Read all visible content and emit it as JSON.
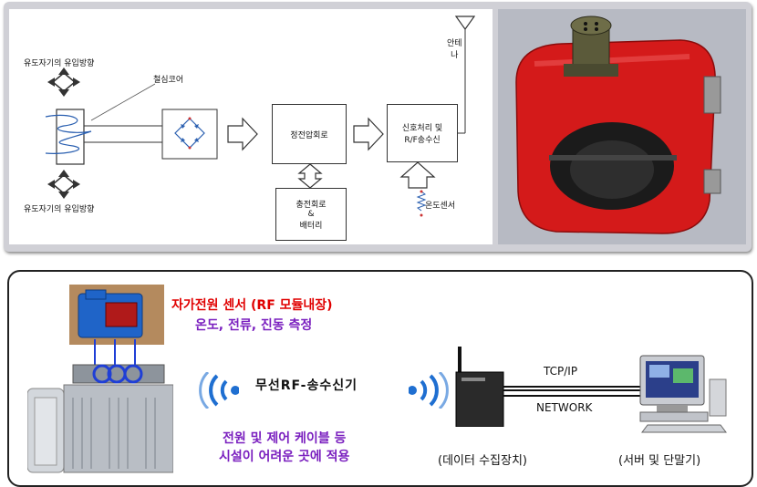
{
  "diagram": {
    "flux_top": "유도자기의 유입방향",
    "flux_bottom": "유도자기의 유입방향",
    "core_label": "철심코어",
    "box_rectifier": "",
    "box_regulator": "정전압회로",
    "box_charge_line1": "충전회로",
    "box_charge_line2": "&",
    "box_charge_line3": "배터리",
    "box_signal_line1": "신호처리 및",
    "box_signal_line2": "R/F송수신",
    "antenna_line1": "안테",
    "antenna_line2": "나",
    "temp_sensor": "온도센서"
  },
  "bottom": {
    "sensor_title": "자가전원 센서 (RF 모듈내장)",
    "sensor_sub": "온도, 전류, 진동 측정",
    "rf_label": "무선RF-송수신기",
    "benefit_line1": "전원 및 제어 케이블 등",
    "benefit_line2": "시설이 어려운 곳에 적용",
    "tcpip": "TCP/IP",
    "network": "NETWORK",
    "collector": "(데이터 수집장치)",
    "server": "(서버 및 단말기)"
  },
  "colors": {
    "red": "#e00000",
    "purple": "#7a1fbf",
    "sensor_body": "#d41a1a",
    "wave_blue": "#1f6fd1"
  }
}
